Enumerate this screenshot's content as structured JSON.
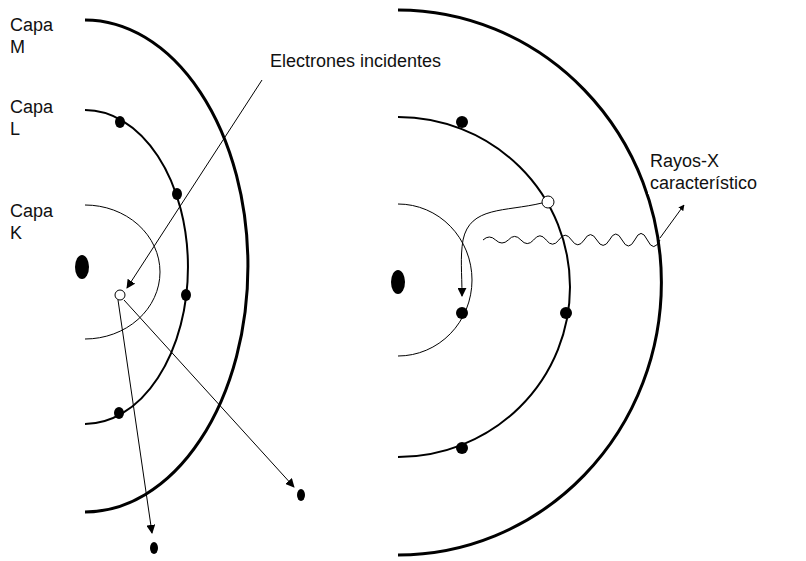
{
  "diagram": {
    "labels": [
      "Capa M",
      "Capa L",
      "Capa K",
      "Electrones incidentes",
      "Rayos-X característico"
    ]
  }
}
